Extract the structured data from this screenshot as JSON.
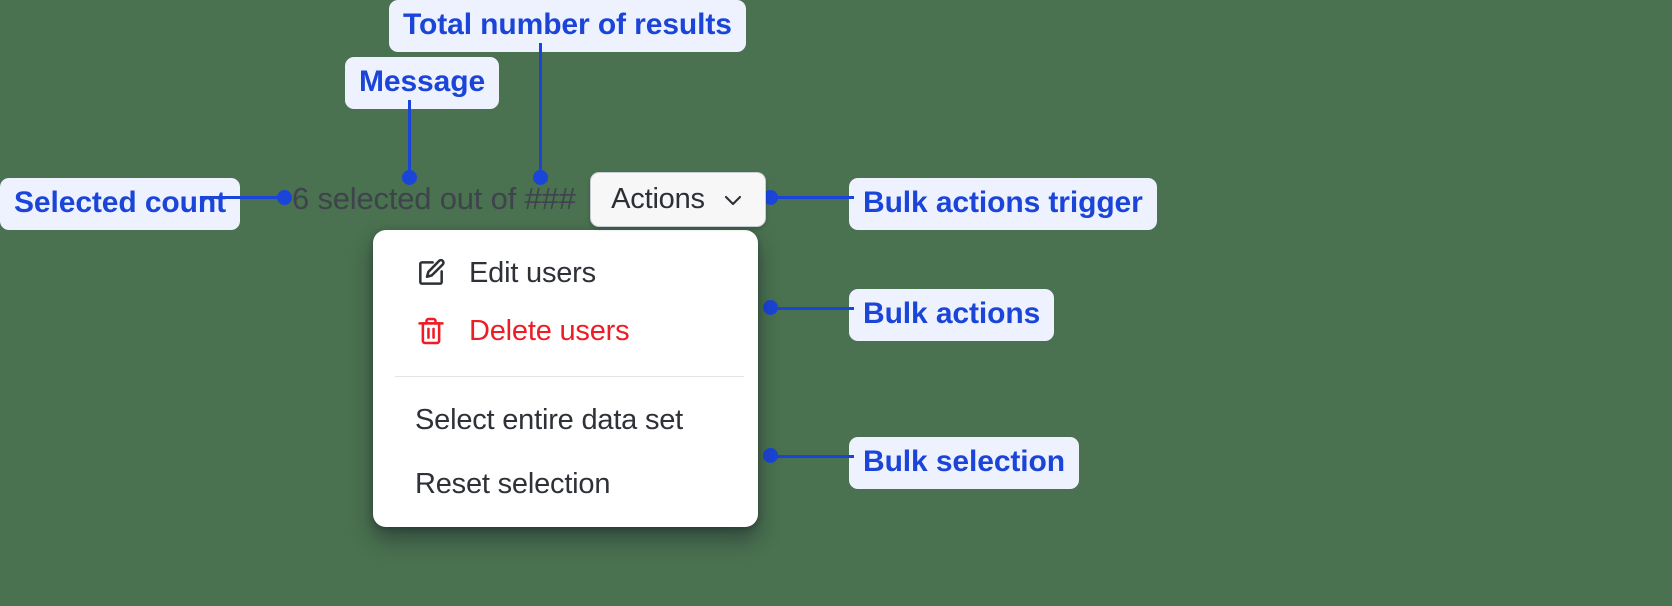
{
  "background_color": "#4a7150",
  "accent_color": "#1a45d8",
  "annotation_bg": "#eef2fe",
  "danger_color": "#ee1c25",
  "selection": {
    "count": "6",
    "text": "6 selected out of ###",
    "total_placeholder": "###"
  },
  "trigger": {
    "label": "Actions",
    "chevron_icon": "chevron-down-icon"
  },
  "menu": {
    "items": [
      {
        "label": "Edit users",
        "icon": "edit-pencil-icon",
        "danger": false
      },
      {
        "label": "Delete users",
        "icon": "trash-icon",
        "danger": true
      }
    ],
    "selection_items": [
      {
        "label": "Select entire data set"
      },
      {
        "label": "Reset selection"
      }
    ]
  },
  "annotations": {
    "total_results": "Total number of results",
    "message": "Message",
    "selected_count": "Selected count",
    "bulk_actions_trigger": "Bulk actions trigger",
    "bulk_actions": "Bulk actions",
    "bulk_selection": "Bulk selection"
  }
}
